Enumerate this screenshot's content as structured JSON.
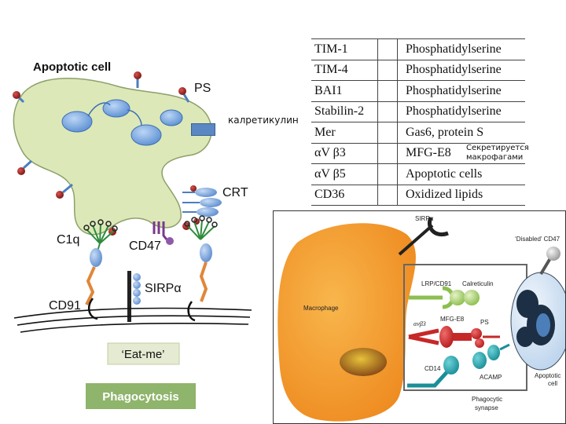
{
  "left_diagram": {
    "title": "Apoptotic cell",
    "ps_label": "PS",
    "crt_label": "CRT",
    "c1q_label": "C1q",
    "cd47_label": "CD47",
    "sirpa_label": "SIRPα",
    "cd91_label": "CD91",
    "eat_me_label": "‘Eat-me’",
    "phagocytosis_label": "Phagocytosis",
    "calreticulin_note": "калретикулин"
  },
  "receptor_table": {
    "rows": [
      {
        "receptor": "TIM-1",
        "ligand": "Phosphatidylserine"
      },
      {
        "receptor": "TIM-4",
        "ligand": "Phosphatidylserine"
      },
      {
        "receptor": "BAI1",
        "ligand": "Phosphatidylserine"
      },
      {
        "receptor": "Stabilin-2",
        "ligand": "Phosphatidylserine"
      },
      {
        "receptor": "Mer",
        "ligand": "Gas6, protein S"
      },
      {
        "receptor": "αV β3",
        "ligand": "MFG-E8"
      },
      {
        "receptor": "αV β5",
        "ligand": "Apoptotic cells"
      },
      {
        "receptor": "CD36",
        "ligand": "Oxidized lipids"
      }
    ],
    "secreted_note_line1": "Секретируется",
    "secreted_note_line2": "макрофагами"
  },
  "right_figure": {
    "sirpa_label": "SIRPα",
    "disabled_cd47_label": "‘Disabled’ CD47",
    "macrophage_label": "Macrophage",
    "lrp_label": "LRP/CD91",
    "calreticulin_label": "Calreticulin",
    "integrin_label": "αvβ3",
    "mfge8_label": "MFG-E8",
    "ps_label": "PS",
    "cd14_label": "CD14",
    "acamp_label": "ACAMP",
    "apoptotic_cell_line1": "Apoptotic",
    "apoptotic_cell_line2": "cell",
    "synapse_line1": "Phagocytic",
    "synapse_line2": "synapse"
  }
}
